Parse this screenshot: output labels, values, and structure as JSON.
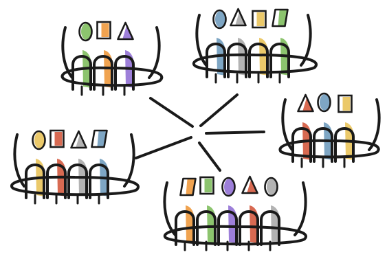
{
  "colors": {
    "ink": "#1a1a1a",
    "background": "#ffffff",
    "palette": {
      "green": "#8cc46e",
      "orange": "#f0a350",
      "purple": "#9d7fd9",
      "blue": "#7ea6c4",
      "gray": "#b3b3b3",
      "yellow": "#ebc96a",
      "red": "#d86a52"
    }
  },
  "center_hub": {
    "spoke_count": 5
  },
  "groups": [
    {
      "name": "group-top-left",
      "people": [
        "green",
        "orange",
        "purple"
      ],
      "shapes": [
        {
          "type": "oval",
          "color": "green"
        },
        {
          "type": "square",
          "color": "orange"
        },
        {
          "type": "triangle",
          "color": "purple"
        }
      ]
    },
    {
      "name": "group-top-right",
      "people": [
        "blue",
        "gray",
        "yellow",
        "green"
      ],
      "shapes": [
        {
          "type": "oval",
          "color": "blue"
        },
        {
          "type": "triangle",
          "color": "gray"
        },
        {
          "type": "square",
          "color": "yellow"
        },
        {
          "type": "trapezoid",
          "color": "green"
        }
      ]
    },
    {
      "name": "group-right",
      "people": [
        "red",
        "blue",
        "yellow"
      ],
      "shapes": [
        {
          "type": "triangle",
          "color": "red"
        },
        {
          "type": "oval",
          "color": "blue"
        },
        {
          "type": "square",
          "color": "yellow"
        }
      ]
    },
    {
      "name": "group-left",
      "people": [
        "yellow",
        "red",
        "gray",
        "blue"
      ],
      "shapes": [
        {
          "type": "oval",
          "color": "yellow"
        },
        {
          "type": "square",
          "color": "red"
        },
        {
          "type": "triangle",
          "color": "gray"
        },
        {
          "type": "trapezoid",
          "color": "blue"
        }
      ]
    },
    {
      "name": "group-bottom",
      "people": [
        "orange",
        "green",
        "purple",
        "red",
        "gray"
      ],
      "shapes": [
        {
          "type": "trapezoid",
          "color": "orange"
        },
        {
          "type": "square",
          "color": "green"
        },
        {
          "type": "oval",
          "color": "purple"
        },
        {
          "type": "triangle",
          "color": "red"
        },
        {
          "type": "oval",
          "color": "gray"
        }
      ]
    }
  ]
}
